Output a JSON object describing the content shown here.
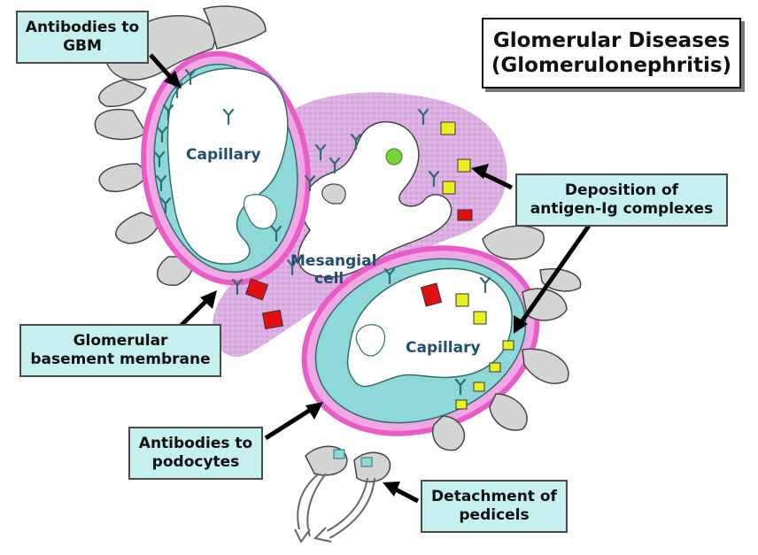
{
  "title": {
    "line1": "Glomerular Diseases",
    "line2": "(Glomerulonephritis)"
  },
  "labels": {
    "capillary_upper": "Capillary",
    "capillary_lower": "Capillary",
    "mesangial_line1": "Mesangial",
    "mesangial_line2": "cell"
  },
  "callouts": {
    "antibodies_gbm": {
      "line1": "Antibodies to",
      "line2": "GBM"
    },
    "deposition": {
      "line1": "Deposition of",
      "line2": "antigen-Ig complexes"
    },
    "gbm": {
      "line1": "Glomerular",
      "line2": "basement membrane"
    },
    "podocytes": {
      "line1": "Antibodies to",
      "line2": "podocytes"
    },
    "detachment": {
      "line1": "Detachment of",
      "line2": "pedicels"
    }
  },
  "colors": {
    "callout_fill": "#c6f0f0",
    "gbm_pink": "#e85cc8",
    "mesangium": "#d9a6e0",
    "endothelium": "#8fd8d8",
    "podocyte_gray": "#d4d4d4",
    "antigen_red": "#e01010",
    "antigen_yellow": "#e8f020",
    "antibody": "#2f6e6e"
  }
}
